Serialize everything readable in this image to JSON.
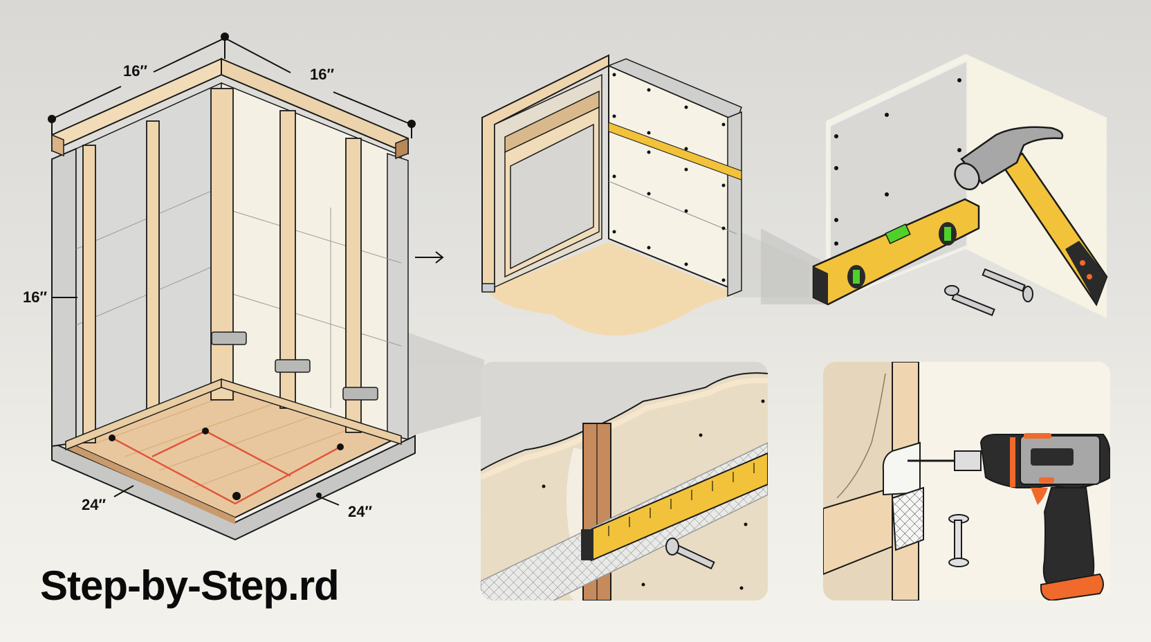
{
  "title": "Step-by-Step.rd",
  "colors": {
    "background": "#e3e2de",
    "wood_light": "#f0d9b5",
    "wood_mid": "#d9b98c",
    "wood_dark": "#b98a5e",
    "drywall": "#f6f2e6",
    "concrete": "#c9c9c7",
    "floor_wood": "#e8c49a",
    "layout_lines": "#e0563b",
    "level_yellow": "#f2c23a",
    "bubble_green": "#4fd12a",
    "drill_orange": "#f06a2c",
    "drill_gray": "#a7a7a7",
    "outline": "#1a1a1a"
  },
  "main_frame": {
    "dimensions": {
      "top_left": "16″",
      "top_right": "16″",
      "side_left": "16″",
      "bottom_left": "24″",
      "bottom_right": "24″"
    }
  },
  "panels": [
    {
      "id": "framed-opening",
      "description": "Framed opening with drywall wall and tape measure"
    },
    {
      "id": "level-and-hammer",
      "description": "Drywall panel with spirit level, hammer and screws"
    },
    {
      "id": "taping-joints",
      "description": "Mesh tape over joint with tape measure and screw"
    },
    {
      "id": "drilling-corner",
      "description": "Corner bead with mesh, cordless drill and screw"
    }
  ],
  "arrow": "→"
}
